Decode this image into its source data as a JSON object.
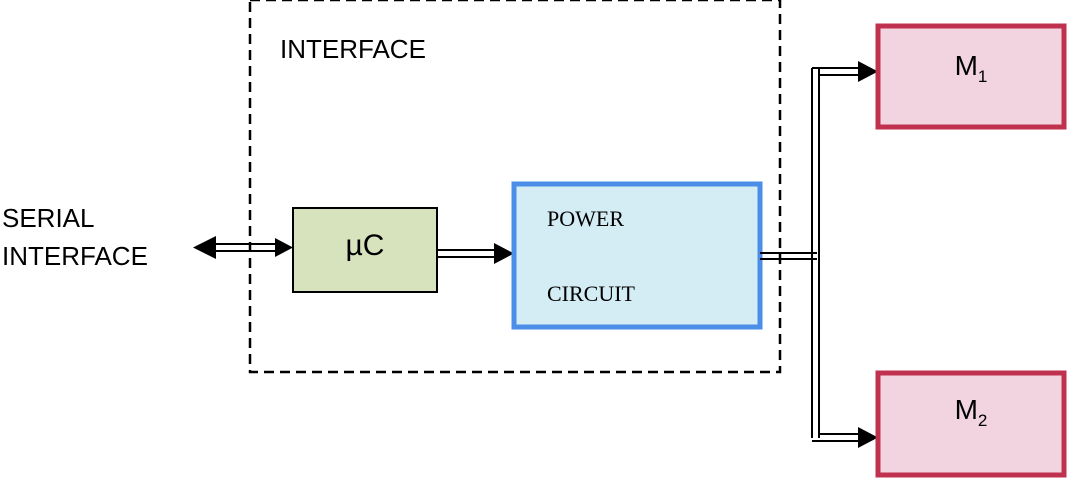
{
  "interface": {
    "title": "INTERFACE"
  },
  "serial": {
    "line1": "SERIAL",
    "line2": "INTERFACE"
  },
  "microcontroller": {
    "label": "µC"
  },
  "power_circuit": {
    "line1": "POWER",
    "line2": "CIRCUIT"
  },
  "motors": [
    {
      "letter": "M",
      "index": "1"
    },
    {
      "letter": "M",
      "index": "2"
    }
  ],
  "colors": {
    "uc_fill": "#d6e3bc",
    "uc_stroke": "#000000",
    "power_fill": "#d4ecf4",
    "power_stroke": "#4a8ee8",
    "motor_fill": "#f2d3e0",
    "motor_stroke": "#c0304f",
    "interface_border": "#000000"
  }
}
